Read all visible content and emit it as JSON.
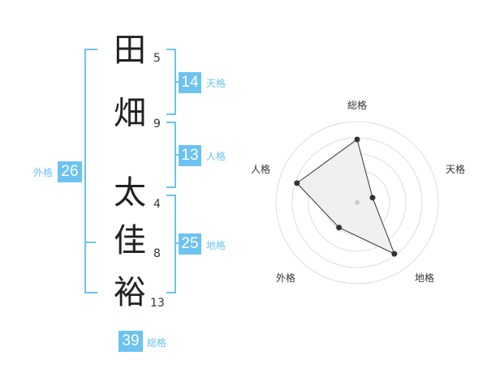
{
  "name": {
    "surname": [
      {
        "char": "田",
        "strokes": "5"
      },
      {
        "char": "畑",
        "strokes": "9"
      }
    ],
    "given": [
      {
        "char": "太",
        "strokes": "4"
      },
      {
        "char": "佳",
        "strokes": "8"
      },
      {
        "char": "裕",
        "strokes": "13"
      }
    ]
  },
  "scores": {
    "tenkaku": {
      "value": "14",
      "label": "天格"
    },
    "jinkaku": {
      "value": "13",
      "label": "人格"
    },
    "chikaku": {
      "value": "25",
      "label": "地格"
    },
    "gaikaku": {
      "value": "26",
      "label": "外格"
    },
    "soukaku": {
      "value": "39",
      "label": "総格"
    }
  },
  "colors": {
    "accent": "#6cc3f0",
    "ring": "#dddddd",
    "fill": "#eeeeee",
    "line": "#333333"
  },
  "chart_data": {
    "type": "radar",
    "axes": [
      "総格",
      "天格",
      "地格",
      "外格",
      "人格"
    ],
    "values": [
      0.78,
      0.2,
      0.78,
      0.38,
      0.78
    ],
    "rings": 5
  }
}
